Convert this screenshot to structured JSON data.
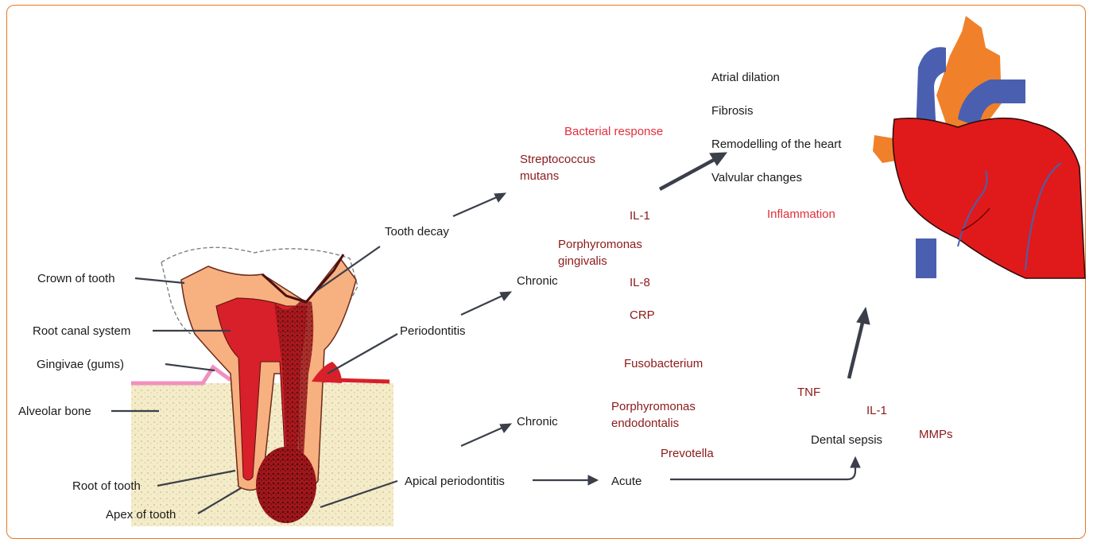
{
  "colors": {
    "frame": "#e87722",
    "arrow": "#3a3f4a",
    "pathogen_text": "#8b1a1a",
    "highlight_text": "#e0303a",
    "enamel": "#f7b07f",
    "pulp": "#d7202a",
    "bone": "#f4ecc8",
    "gum": "#f090c0",
    "heart_red": "#e01a1a",
    "heart_blue": "#4a5fb0",
    "heart_orange": "#f0812a"
  },
  "tooth_labels": {
    "crown": "Crown of tooth",
    "root_canal": "Root canal system",
    "gingivae": "Gingivae (gums)",
    "alveolar": "Alveolar bone",
    "root": "Root of tooth",
    "apex": "Apex of tooth"
  },
  "conditions": {
    "tooth_decay": "Tooth decay",
    "periodontitis": "Periodontitis",
    "apical_periodontitis": "Apical periodontitis",
    "chronic_upper": "Chronic",
    "chronic_lower": "Chronic",
    "acute": "Acute",
    "dental_sepsis": "Dental sepsis"
  },
  "responses": {
    "bacterial_response": "Bacterial response",
    "inflammation": "Inflammation"
  },
  "pathogens": {
    "strep": "Streptococcus\nmutans",
    "porph_ging": "Porphyromonas\ngingivalis",
    "fuso": "Fusobacterium",
    "porph_endo": "Porphyromonas\nendodontalis",
    "prevotella": "Prevotella"
  },
  "mediators": {
    "il1_upper": "IL-1",
    "il8": "IL-8",
    "crp": "CRP",
    "tnf": "TNF",
    "il1_lower": "IL-1",
    "mmps": "MMPs"
  },
  "heart_effects": [
    "Atrial dilation",
    "Fibrosis",
    "Remodelling of the heart",
    "Valvular changes"
  ],
  "icons": [
    "tooth-diagram-icon",
    "heart-icon"
  ]
}
